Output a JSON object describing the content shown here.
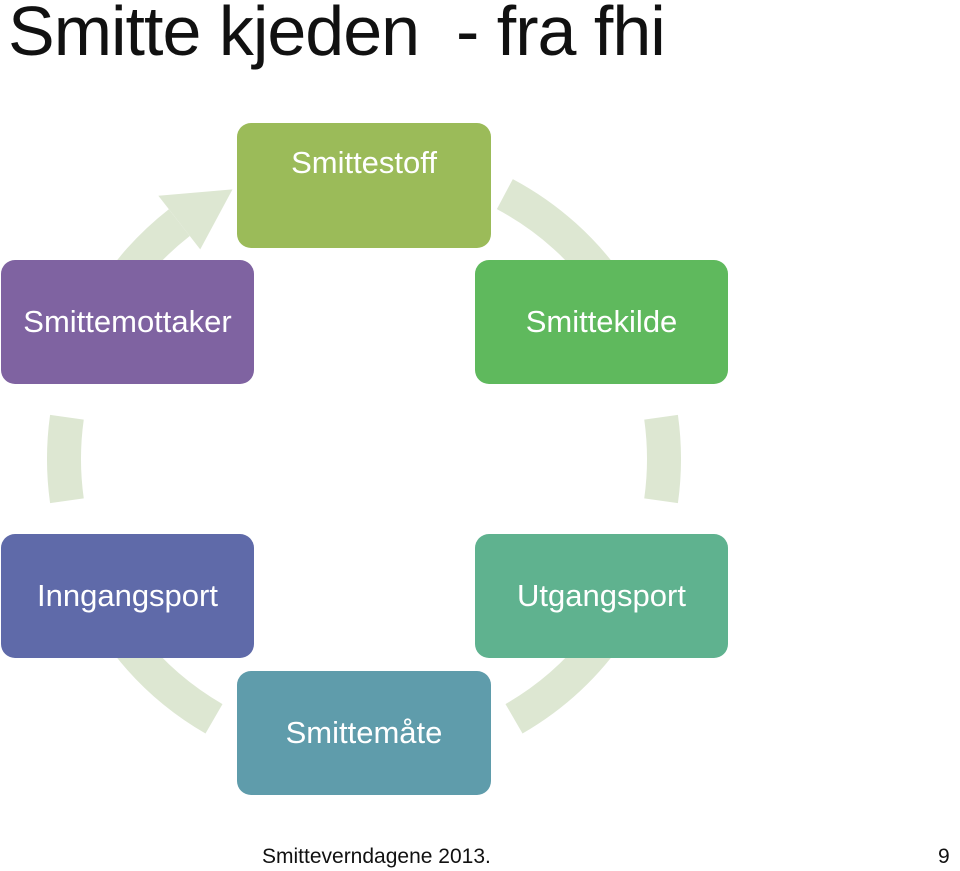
{
  "title": "Smitte kjeden  - fra fhi",
  "nodes": [
    {
      "label": "Smittestoff",
      "color": "#9bbb59"
    },
    {
      "label": "Smittekilde",
      "color": "#5fb95d"
    },
    {
      "label": "Utgangsport",
      "color": "#5fb28f"
    },
    {
      "label": "Smittemåte",
      "color": "#5f9cab"
    },
    {
      "label": "Inngangsport",
      "color": "#5f6aa9"
    },
    {
      "label": "Smittemottaker",
      "color": "#7f63a1"
    }
  ],
  "ring_color": "#dde7d2",
  "footer": "Smitteverndagene 2013.",
  "page_number": "9"
}
